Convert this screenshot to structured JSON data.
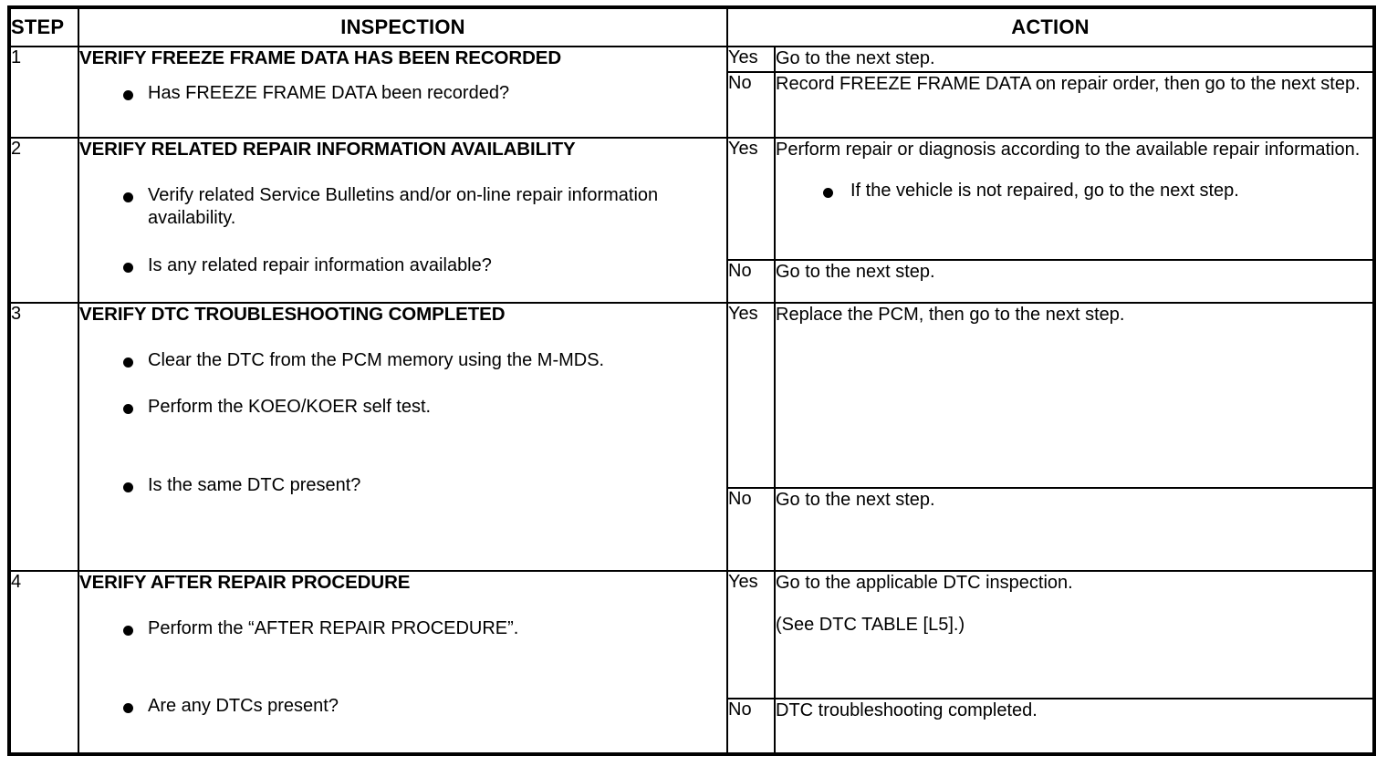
{
  "table": {
    "headers": {
      "step": "STEP",
      "inspection": "INSPECTION",
      "action": "ACTION"
    },
    "judgement": {
      "yes": "Yes",
      "no": "No"
    },
    "steps": [
      {
        "number": "1",
        "title": "VERIFY FREEZE FRAME DATA HAS BEEN RECORDED",
        "bullets": [
          "Has FREEZE FRAME DATA been recorded?"
        ],
        "yes_action": [
          "Go to the next step."
        ],
        "yes_sub_bullets": [],
        "no_action": [
          "Record FREEZE FRAME DATA on repair order, then go to the next step."
        ]
      },
      {
        "number": "2",
        "title": "VERIFY RELATED REPAIR INFORMATION AVAILABILITY",
        "bullets": [
          "Verify related Service Bulletins and/or on-line repair information availability.",
          "Is any related repair information available?"
        ],
        "yes_action": [
          "Perform repair or diagnosis according to the available repair information."
        ],
        "yes_sub_bullets": [
          "If the vehicle is not repaired, go to the next step."
        ],
        "no_action": [
          "Go to the next step."
        ]
      },
      {
        "number": "3",
        "title": "VERIFY DTC TROUBLESHOOTING COMPLETED",
        "bullets": [
          "Clear the DTC from the PCM memory using the M-MDS.",
          "Perform the KOEO/KOER self test.",
          "Is the same DTC present?"
        ],
        "yes_action": [
          "Replace the PCM, then go to the next step."
        ],
        "yes_sub_bullets": [],
        "no_action": [
          "Go to the next step."
        ]
      },
      {
        "number": "4",
        "title": "VERIFY AFTER REPAIR PROCEDURE",
        "bullets": [
          "Perform the “AFTER REPAIR PROCEDURE”.",
          "Are any DTCs present?"
        ],
        "yes_action": [
          "Go to the applicable DTC inspection.",
          "(See DTC TABLE [L5].)"
        ],
        "yes_sub_bullets": [],
        "no_action": [
          "DTC troubleshooting completed."
        ]
      }
    ]
  },
  "colors": {
    "border": "#000000",
    "text": "#000000",
    "background": "#ffffff"
  }
}
